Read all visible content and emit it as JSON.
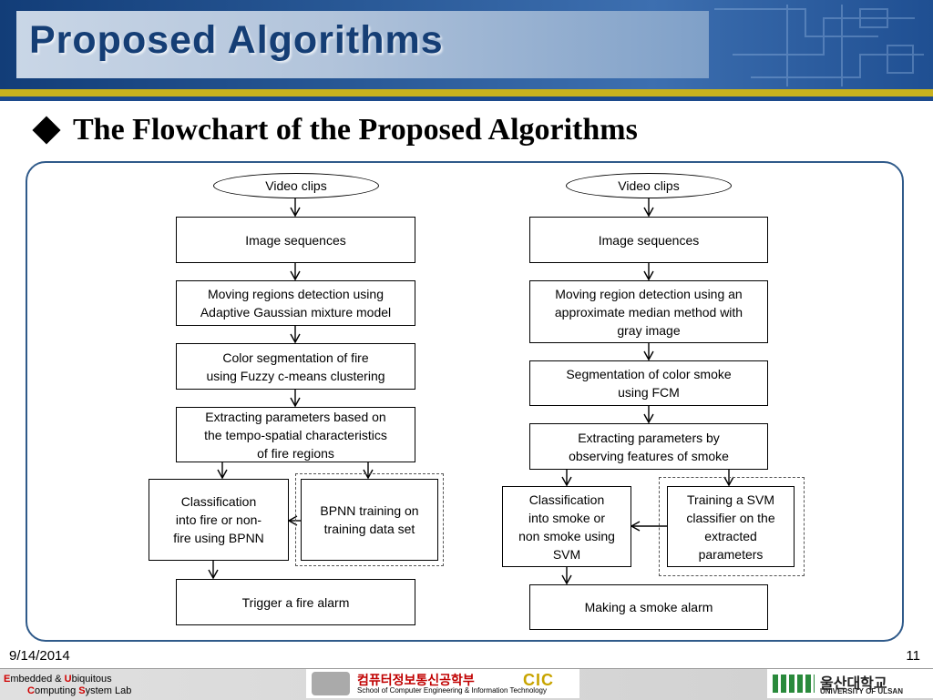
{
  "header": {
    "title": "Proposed Algorithms",
    "subtitle": "The Flowchart of the Proposed Algorithms"
  },
  "left_flow": {
    "start": "Video clips",
    "step1": "Image sequences",
    "step2": "Moving regions detection using\nAdaptive Gaussian mixture model",
    "step3": "Color segmentation of fire\nusing Fuzzy c-means clustering",
    "step4": "Extracting parameters based on\nthe tempo-spatial characteristics\nof fire regions",
    "classify": "Classification\ninto fire or non-\nfire using BPNN",
    "training": "BPNN training on\ntraining  data set",
    "alarm": "Trigger a fire alarm"
  },
  "right_flow": {
    "start": "Video clips",
    "step1": "Image sequences",
    "step2": "Moving region detection using an\napproximate median method with\ngray image",
    "step3": "Segmentation of color smoke\nusing FCM",
    "step4": "Extracting parameters by\nobserving features of smoke",
    "classify": "Classification\ninto smoke or\nnon smoke using\nSVM",
    "training": "Training a SVM\nclassifier on the\nextracted\nparameters",
    "alarm": "Making a smoke alarm"
  },
  "footer": {
    "date": "9/14/2014",
    "page": "11",
    "lab_line1_e": "E",
    "lab_line1_rest1": "mbedded & ",
    "lab_line1_u": "U",
    "lab_line1_rest2": "biquitous",
    "lab_line2_c": "C",
    "lab_line2_rest1": "omputing ",
    "lab_line2_s": "S",
    "lab_line2_rest2": "ystem Lab",
    "school_kor": "컴퓨터정보통신공학부",
    "school_eng": "School of Computer Engineering & Information Technology",
    "school_logo": "CIC",
    "univ_kor": "울산대학교",
    "univ_eng": "UNIVERSITY OF ULSAN"
  },
  "colors": {
    "header_blue": "#123d78",
    "title_text": "#153e75",
    "accent_yellow": "#c8b21e",
    "panel_border": "#2f5a8a"
  }
}
